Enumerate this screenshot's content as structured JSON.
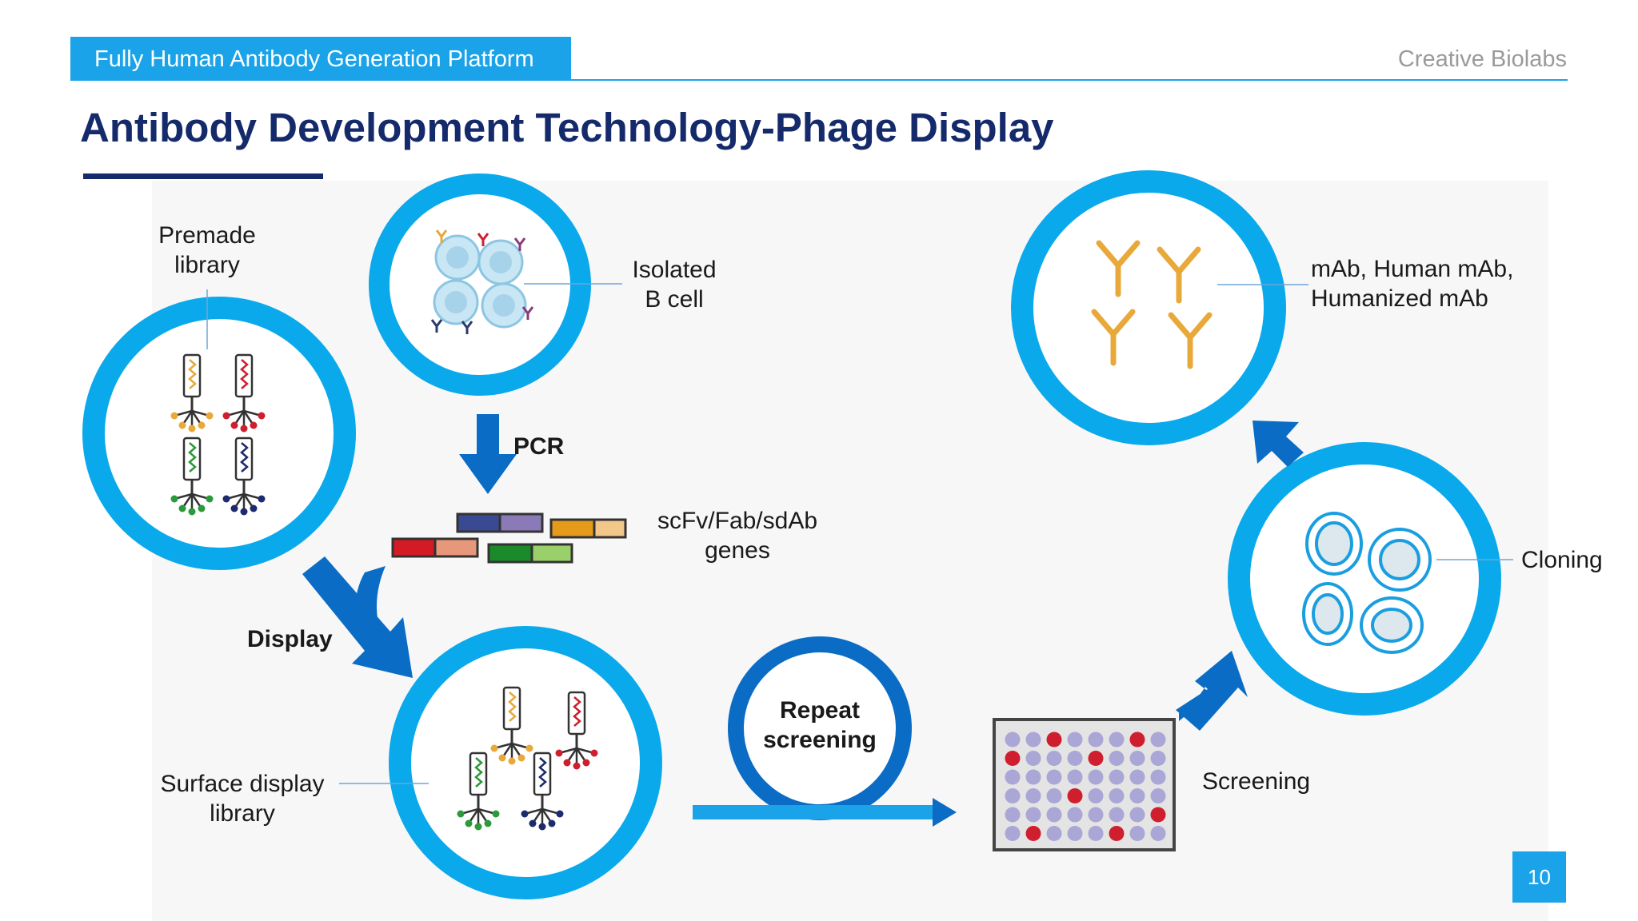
{
  "header": {
    "section_label": "Fully Human Antibody Generation Platform",
    "brand": "Creative Biolabs"
  },
  "title": "Antibody Development Technology-Phage Display",
  "diagram": {
    "premade_library": {
      "line1": "Premade",
      "line2": "library"
    },
    "isolated_b_cell": {
      "line1": "Isolated",
      "line2": "B cell"
    },
    "pcr": "PCR",
    "genes": {
      "line1": "scFv/Fab/sdAb",
      "line2": "genes"
    },
    "display": "Display",
    "surface_display": {
      "line1": "Surface display",
      "line2": "library"
    },
    "repeat_screening": {
      "line1": "Repeat",
      "line2": "screening"
    },
    "screening": "Screening",
    "cloning": "Cloning",
    "mab": {
      "line1": "mAb, Human mAb,",
      "line2": "Humanized mAb"
    }
  },
  "page_number": "10",
  "colors": {
    "accent": "#1aa3e8",
    "title": "#152a6b",
    "ring": "#0aa9ec",
    "arrow": "#0b6cc6",
    "antibody": "#e8a83a",
    "plate_hit": "#cf1f2e",
    "plate_well": "#aaa6d6"
  }
}
